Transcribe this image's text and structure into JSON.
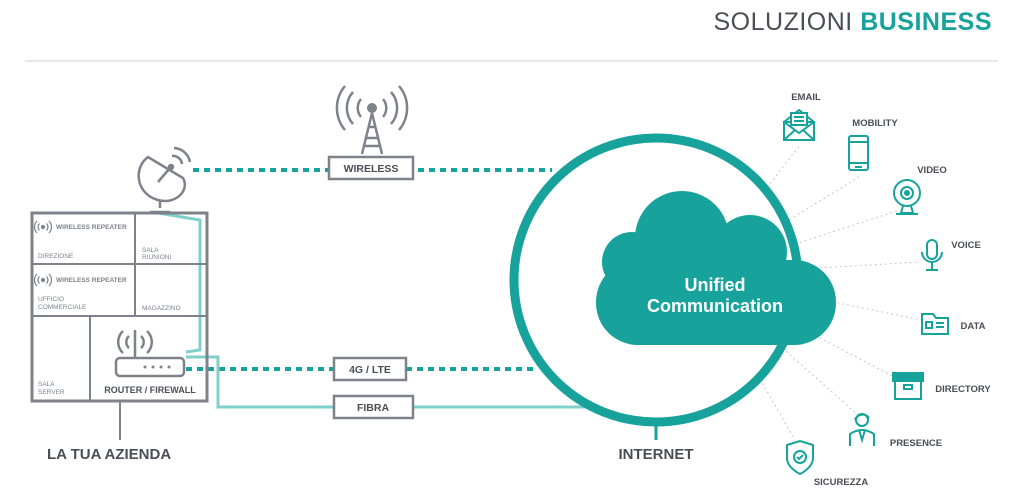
{
  "header": {
    "title_light": "SOLUZIONI",
    "title_bold": "BUSINESS"
  },
  "colors": {
    "teal": "#17a39b",
    "gray": "#7d828b",
    "dark_text": "#4a4e57",
    "light_teal": "#7fcfcb"
  },
  "building": {
    "rooms": {
      "direzione": "DIREZIONE",
      "sala_riunioni_1": "SALA",
      "sala_riunioni_2": "RIUNIONI",
      "ufficio_commerciale_1": "UFFICIO",
      "ufficio_commerciale_2": "COMMERCIALE",
      "magazzino": "MAGAZZINO",
      "sala_server_1": "SALA",
      "sala_server_2": "SERVER"
    },
    "repeater_label_1": "WIRELESS REPEATER",
    "repeater_label_2": "WIRELESS REPEATER",
    "router_label": "ROUTER / FIREWALL",
    "caption": "LA TUA AZIENDA"
  },
  "connections": {
    "wireless": "WIRELESS",
    "lte": "4G / LTE",
    "fibra": "FIBRA"
  },
  "internet": {
    "label": "INTERNET",
    "cloud_line1": "Unified",
    "cloud_line2": "Communication"
  },
  "services": [
    {
      "label": "EMAIL",
      "icon": "email-icon"
    },
    {
      "label": "MOBILITY",
      "icon": "mobile-icon"
    },
    {
      "label": "VIDEO",
      "icon": "webcam-icon"
    },
    {
      "label": "VOICE",
      "icon": "microphone-icon"
    },
    {
      "label": "DATA",
      "icon": "folder-icon"
    },
    {
      "label": "DIRECTORY",
      "icon": "archive-icon"
    },
    {
      "label": "PRESENCE",
      "icon": "operator-icon"
    },
    {
      "label": "SICUREZZA",
      "icon": "shield-icon"
    }
  ]
}
